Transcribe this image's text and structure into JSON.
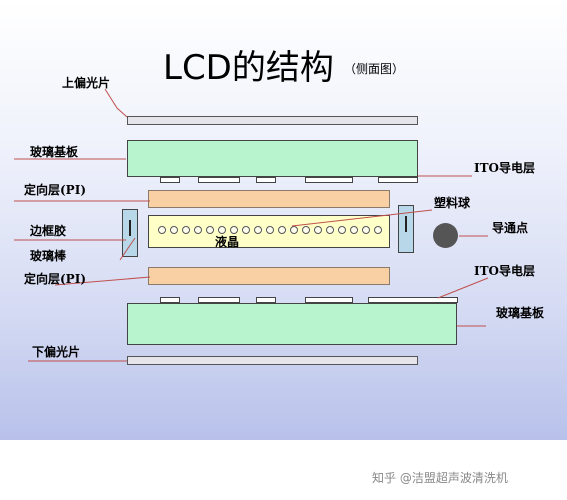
{
  "title": "LCD的结构",
  "subtitle": "（侧面图）",
  "labels": {
    "upper_polarizer": "上偏光片",
    "glass_top": "玻璃基板",
    "ito_top": "ITO导电层",
    "align_top": "定向层(PI)",
    "spacer": "塑料球",
    "seal": "边框胶",
    "conductive_dot": "导通点",
    "glass_rod": "玻璃棒",
    "liquid_crystal": "液晶",
    "align_bottom": "定向层(PI)",
    "ito_bottom": "ITO导电层",
    "glass_bottom": "玻璃基板",
    "lower_polarizer": "下偏光片"
  },
  "watermark": "知乎 @洁盟超声波清洗机",
  "colors": {
    "glass": "#b8f5cf",
    "alignment_layer": "#f9cfa4",
    "liquid_crystal": "#ffffc8",
    "polarizer": "#e4e4ea",
    "seal": "#b8d8ea",
    "leader_lines": "#c0504d"
  }
}
